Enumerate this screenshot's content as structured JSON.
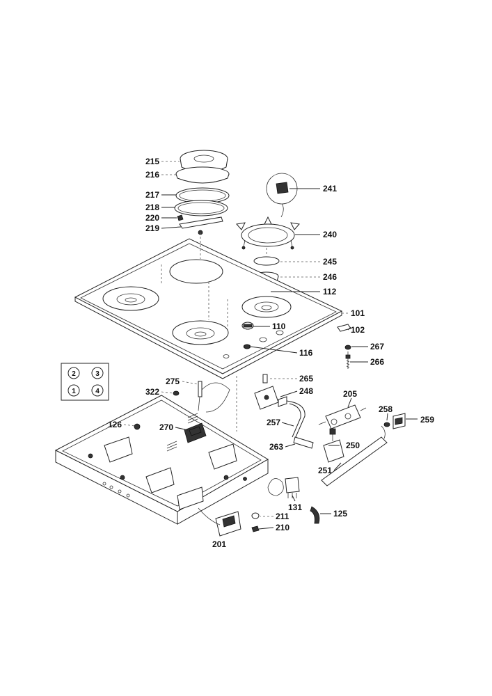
{
  "burner_key": [
    "2",
    "3",
    "1",
    "4"
  ],
  "callouts": {
    "c101": "101",
    "c102": "102",
    "c110": "110",
    "c112": "112",
    "c116": "116",
    "c125": "125",
    "c126": "126",
    "c131": "131",
    "c201": "201",
    "c205": "205",
    "c210": "210",
    "c211": "211",
    "c215": "215",
    "c216": "216",
    "c217": "217",
    "c218": "218",
    "c219": "219",
    "c220": "220",
    "c240": "240",
    "c241": "241",
    "c245": "245",
    "c246": "246",
    "c248": "248",
    "c250": "250",
    "c251": "251",
    "c257": "257",
    "c258": "258",
    "c259": "259",
    "c263": "263",
    "c265": "265",
    "c266": "266",
    "c267": "267",
    "c270": "270",
    "c275": "275",
    "c322": "322"
  }
}
